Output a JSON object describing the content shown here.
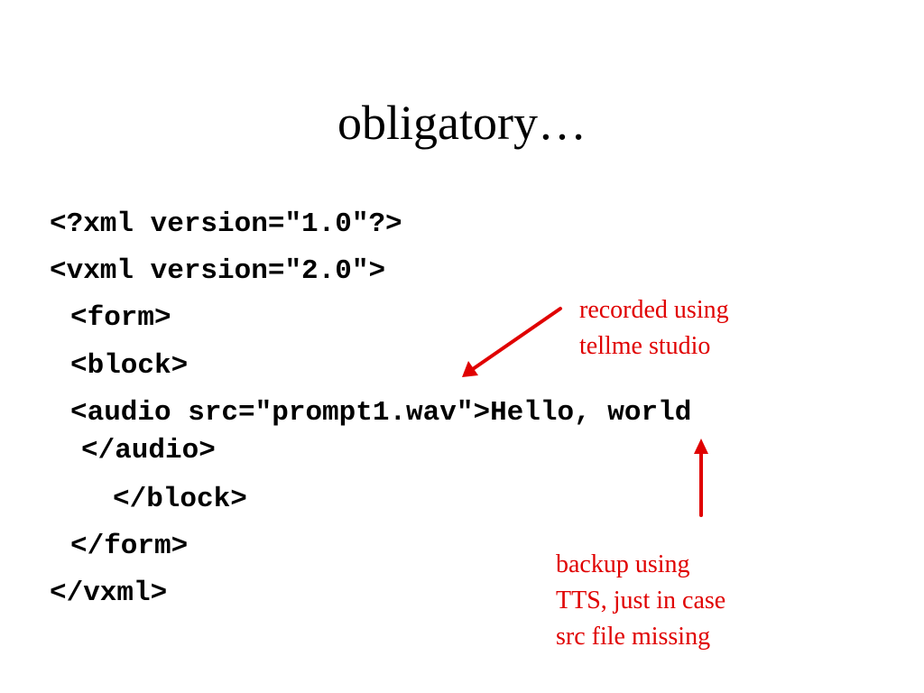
{
  "slide": {
    "title": "obligatory…",
    "code_lines": [
      "<?xml version=\"1.0\"?>",
      "<vxml version=\"2.0\">",
      "<form>",
      "<block>",
      "<audio src=\"prompt1.wav\">Hello, world",
      "</audio>",
      "</block>",
      "</form>",
      "</vxml>"
    ],
    "annotations": [
      {
        "lines": [
          "recorded using",
          "tellme studio"
        ],
        "color": "#e00000"
      },
      {
        "lines": [
          "backup using",
          "TTS, just in case",
          "src file missing"
        ],
        "color": "#e00000"
      }
    ]
  }
}
